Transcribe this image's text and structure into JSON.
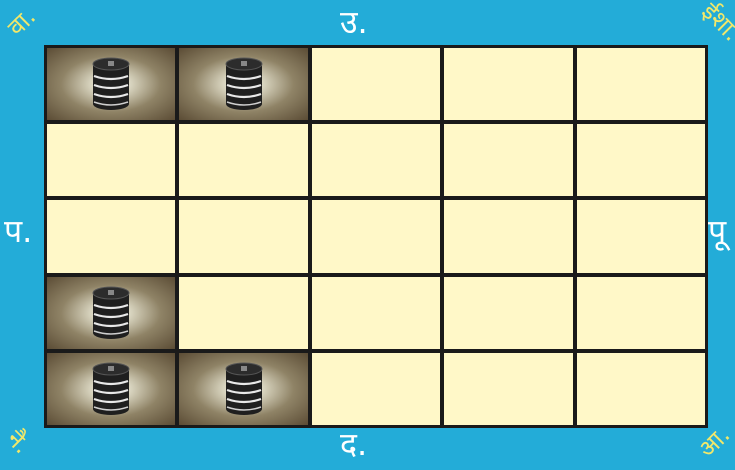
{
  "directions": {
    "north": "उ.",
    "south": "द.",
    "west": "प.",
    "east": "पू"
  },
  "corners": {
    "nw": "वा.",
    "ne": "ईशा.",
    "sw": "नै.",
    "se": "आ."
  },
  "board": {
    "rows": 5,
    "cols": 5,
    "occupied": [
      [
        true,
        true,
        false,
        false,
        false
      ],
      [
        false,
        false,
        false,
        false,
        false
      ],
      [
        false,
        false,
        false,
        false,
        false
      ],
      [
        true,
        false,
        false,
        false,
        false
      ],
      [
        true,
        true,
        false,
        false,
        false
      ]
    ],
    "piece_icon": "server-barrel-icon"
  },
  "colors": {
    "border": "#23acd8",
    "cell_empty": "#fff8c8",
    "corner_text": "#f2e86a",
    "direction_text": "#ffffff"
  }
}
